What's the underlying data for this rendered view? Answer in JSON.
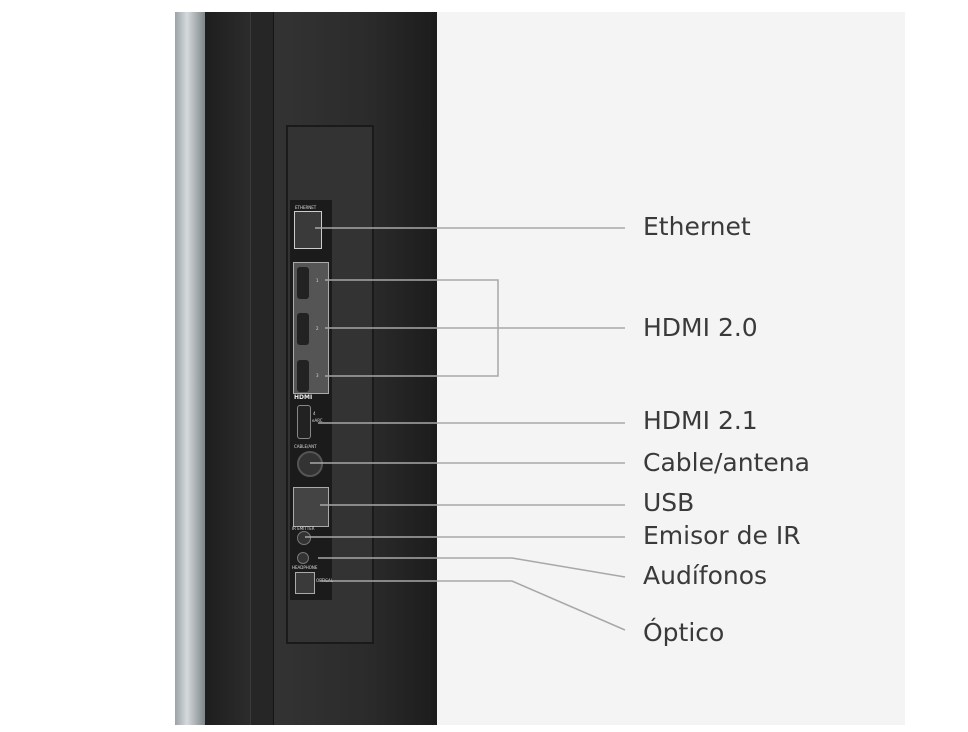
{
  "labels": {
    "ethernet": "Ethernet",
    "hdmi20": "HDMI 2.0",
    "hdmi21": "HDMI 2.1",
    "cable": "Cable/antena",
    "usb": "USB",
    "ir": "Emisor de IR",
    "headphones": "Audífonos",
    "optical": "Óptico"
  },
  "panel": {
    "ethernet": "ETHERNET",
    "hdmi_logo": "HDMI",
    "hdmi1": "1",
    "hdmi2": "2",
    "hdmi3": "3",
    "hdmi4": "4",
    "earc": "eARC",
    "cable": "CABLE/ANT",
    "ir": "IR EMITTER",
    "headphone": "HEADPHONE",
    "optical": "OPTICAL"
  },
  "colors": {
    "line": "#a8a8a8",
    "text": "#3a3a3a",
    "tv": "#2a2a2a"
  }
}
